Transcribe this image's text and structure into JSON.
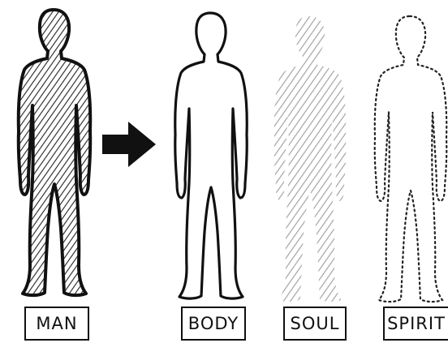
{
  "labels": {
    "man": "MAN",
    "body": "BODY",
    "soul": "SOUL",
    "spirit": "SPIRIT"
  },
  "figures": [
    {
      "name": "man",
      "style": "solid outline with dense hatching"
    },
    {
      "name": "body",
      "style": "solid outline, empty"
    },
    {
      "name": "soul",
      "style": "faint hatching, no outline"
    },
    {
      "name": "spirit",
      "style": "dotted outline, empty"
    }
  ],
  "arrow": {
    "direction": "right",
    "icon": "arrow-right-icon"
  },
  "colors": {
    "ink": "#111111",
    "faint": "#8a8a8a",
    "background": "#ffffff"
  }
}
